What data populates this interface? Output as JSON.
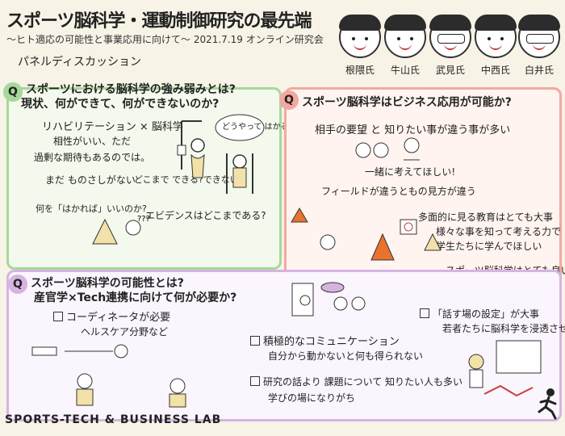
{
  "header": {
    "title": "スポーツ脳科学・運動制御研究の最先端",
    "subtitle": "～ヒト適応の可能性と事業応用に向けて～ 2021.7.19 オンライン研究会",
    "session": "パネルディスカッション"
  },
  "panelists": [
    {
      "name": "根隈氏"
    },
    {
      "name": "牛山氏"
    },
    {
      "name": "武見氏"
    },
    {
      "name": "中西氏"
    },
    {
      "name": "白井氏"
    }
  ],
  "q1": {
    "marker": "Q",
    "title_line1": "スポーツにおける脳科学の強み弱みとは?",
    "title_line2": "現状、何ができて、何ができないのか?",
    "notes": [
      "リハビリテーション × 脳科学",
      "相性がいい、ただ",
      "過剰な期待もあるのでは。",
      "まだ ものさしがない",
      "どこまで できる?できない?",
      "何を「はかれば」いいのか?",
      "エビデンスはどこまである?"
    ],
    "bubble": "どうやって はかる?"
  },
  "q2": {
    "marker": "Q",
    "title": "スポーツ脳科学はビジネス応用が可能か?",
    "notes": [
      "相手の要望 と 知りたい事が違う事が多い",
      "一緒に考えてほしい!",
      "フィールドが違うともの見方が違う",
      "多面的に見る教育はとても大事",
      "様々な事を知って考える力で",
      "学生たちに学んでほしい",
      "スポーツ脳科学はとても良い教材"
    ]
  },
  "q3": {
    "marker": "Q",
    "title_line1": "スポーツ脳科学の可能性とは?",
    "title_line2": "産官学×Tech連携に向けて何が必要か?",
    "check1": "コーディネータが必要",
    "check1_sub": "ヘルスケア分野など",
    "check2": "積極的なコミュニケーション",
    "check2_sub": "自分から動かないと何も得られない",
    "check3": "研究の話より 課題について 知りたい人も多い",
    "check3_sub": "学びの場になりがち",
    "check4": "「話す場の設定」が大事",
    "check4_sub": "若者たちに脳科学を浸透させたい"
  },
  "footer": {
    "text": "SPORTS-TECH & BUSINESS LAB"
  },
  "colors": {
    "q1_border": "#a6d89a",
    "q2_border": "#f2a8a0",
    "q3_border": "#d6b4e0",
    "accent_orange": "#e8732e"
  }
}
